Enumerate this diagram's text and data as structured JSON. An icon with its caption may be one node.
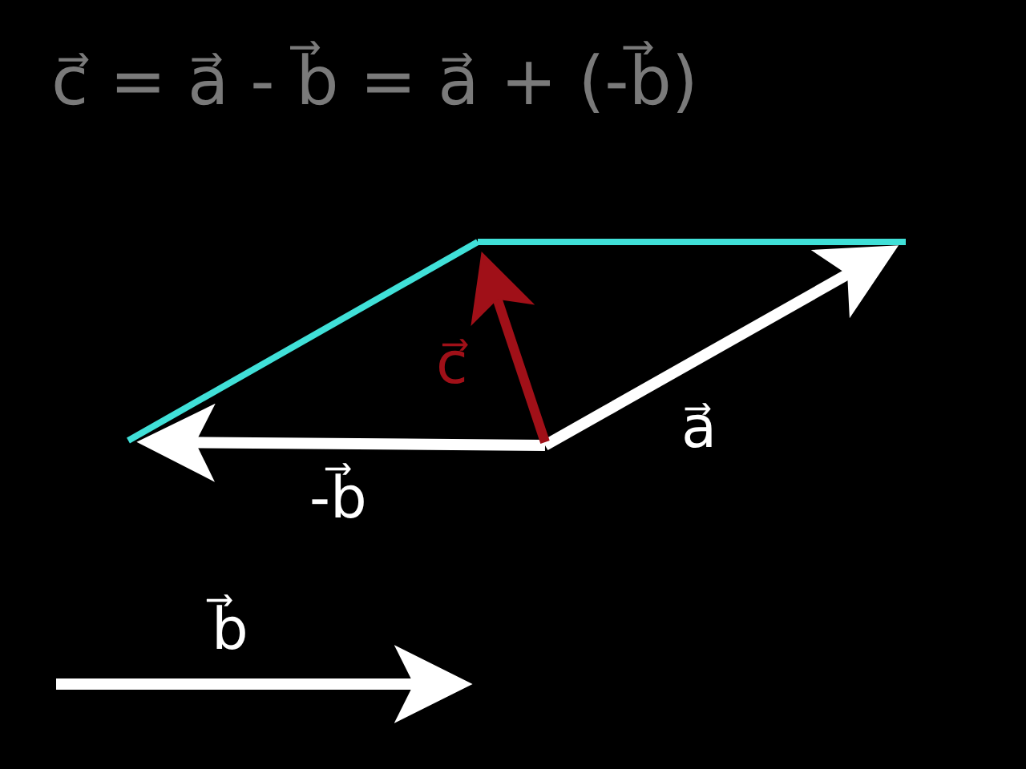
{
  "diagram": {
    "title": "c⃗ = a⃗ - b⃗ = a⃗ + (-b⃗)",
    "labels": [
      "c⃗",
      "a⃗",
      "-b⃗",
      "b⃗"
    ]
  }
}
